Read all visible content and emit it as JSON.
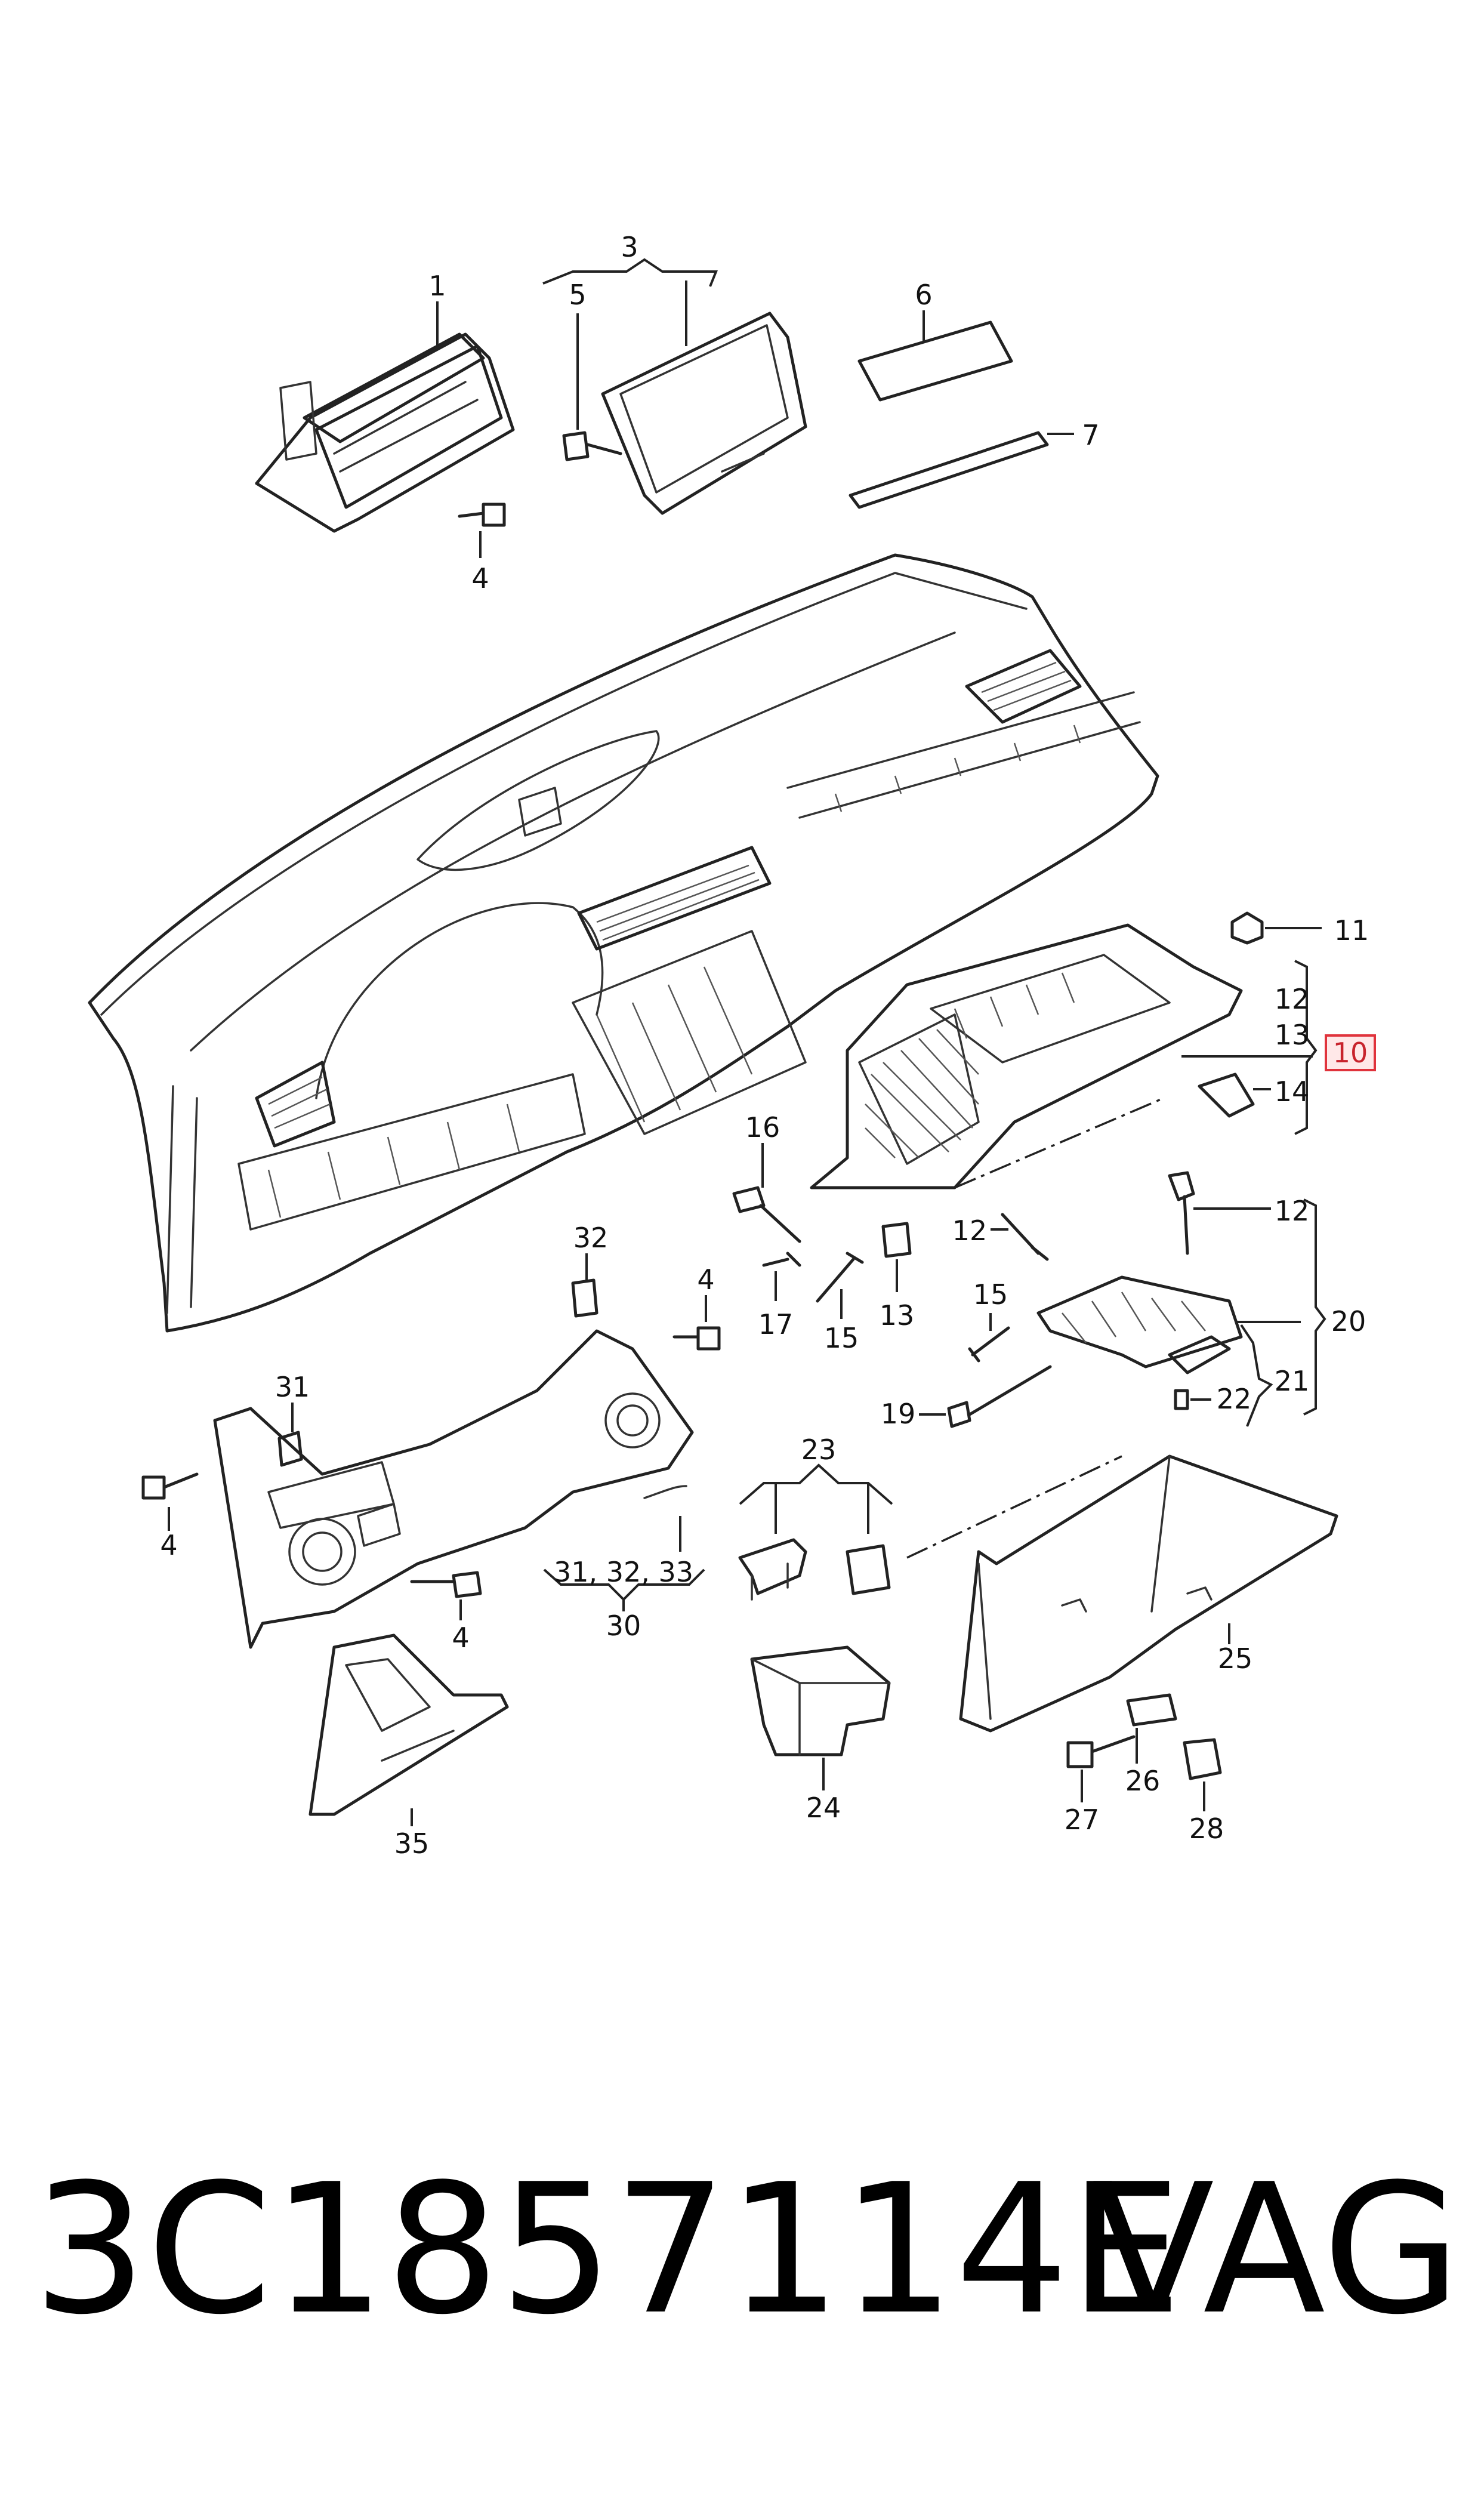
{
  "callouts": {
    "c1": "1",
    "c3": "3",
    "c5": "5",
    "c6": "6",
    "c7": "7",
    "c4a": "4",
    "c11": "11",
    "c12a": "12",
    "c13a": "13",
    "c10": "10",
    "c14": "14",
    "c16": "16",
    "c32": "32",
    "c4b": "4",
    "c12b": "12",
    "c12c": "12",
    "c13b": "13",
    "c15a": "15",
    "c17": "17",
    "c15b": "15",
    "c20": "20",
    "c31": "31",
    "c19": "19",
    "c22": "22",
    "c21": "21",
    "c23": "23",
    "c4c": "4",
    "c4d": "4",
    "c313233": "31, 32, 33",
    "c30": "30",
    "c25": "25",
    "c24": "24",
    "c35": "35",
    "c26": "26",
    "c27": "27",
    "c28": "28"
  },
  "highlighted_callout": "10",
  "footer": {
    "part_number": "3C1857114E",
    "brand": "VAG"
  },
  "colors": {
    "line": "#222222",
    "highlight_border": "#e0333c",
    "highlight_fill": "#ffe8e8"
  }
}
